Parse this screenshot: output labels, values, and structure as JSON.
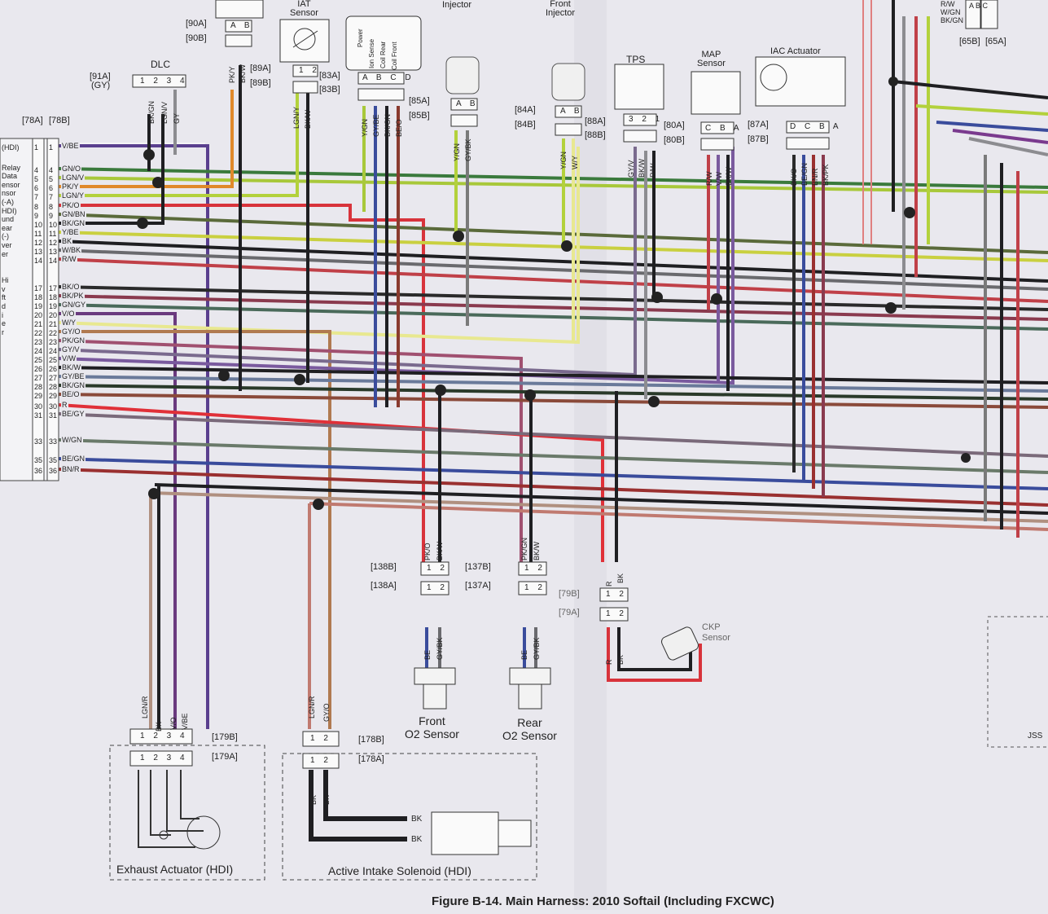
{
  "diagram": {
    "title": "Figure B-14. Main Harness: 2010 Softail (Including FXCWC)",
    "colors": {
      "background": "#e9e8ee",
      "black": "#1f1f22",
      "red": "#d8333b",
      "orange": "#e0892a",
      "yellow_green": "#b3d13c",
      "violet": "#5a3f8e",
      "brown": "#8a3a2e",
      "gray": "#8c8c90",
      "blue": "#3a4c9c",
      "pink": "#c06080",
      "green": "#3a7a3c"
    }
  },
  "main_connector": {
    "header_a": "[78A]",
    "header_b": "[78B]",
    "pins": [
      {
        "n": "1",
        "wire": "V/BE"
      },
      {
        "n": "4",
        "wire": "GN/O"
      },
      {
        "n": "5",
        "wire": "LGN/V"
      },
      {
        "n": "6",
        "wire": "PK/Y"
      },
      {
        "n": "7",
        "wire": "LGN/Y"
      },
      {
        "n": "8",
        "wire": "PK/O"
      },
      {
        "n": "9",
        "wire": "GN/BN"
      },
      {
        "n": "10",
        "wire": "BK/GN"
      },
      {
        "n": "11",
        "wire": "Y/BE"
      },
      {
        "n": "12",
        "wire": "BK"
      },
      {
        "n": "13",
        "wire": "W/BK"
      },
      {
        "n": "14",
        "wire": "R/W"
      },
      {
        "n": "17",
        "wire": "BK/O"
      },
      {
        "n": "18",
        "wire": "BK/PK"
      },
      {
        "n": "19",
        "wire": "GN/GY"
      },
      {
        "n": "20",
        "wire": "V/O"
      },
      {
        "n": "21",
        "wire": "W/Y"
      },
      {
        "n": "22",
        "wire": "GY/O"
      },
      {
        "n": "23",
        "wire": "PK/GN"
      },
      {
        "n": "24",
        "wire": "GY/V"
      },
      {
        "n": "25",
        "wire": "V/W"
      },
      {
        "n": "26",
        "wire": "BK/W"
      },
      {
        "n": "27",
        "wire": "GY/BE"
      },
      {
        "n": "28",
        "wire": "BK/GN"
      },
      {
        "n": "29",
        "wire": "BE/O"
      },
      {
        "n": "30",
        "wire": "R"
      },
      {
        "n": "31",
        "wire": "BE/GY"
      },
      {
        "n": "33",
        "wire": "W/GN"
      },
      {
        "n": "35",
        "wire": "BE/GN"
      },
      {
        "n": "36",
        "wire": "BN/R"
      }
    ],
    "side_labels": [
      "(HDI)",
      "Relay",
      "Data",
      "ensor",
      "nsor",
      "(-A)",
      "HDI)",
      "und",
      "ear",
      "(-)",
      "ver",
      "er",
      "Hi",
      "v",
      "ft",
      "d",
      "i",
      "e",
      "r"
    ]
  },
  "components": [
    {
      "id": "dlc",
      "name": "DLC",
      "tag": "[91A]",
      "note": "(GY)",
      "pins": "1 2 3 4",
      "wires": [
        "BK/GN",
        "LGN/V",
        "GY"
      ]
    },
    {
      "id": "iat",
      "name": "IAT\nSensor",
      "tag_a": "[89A]",
      "tag_b": "[89B]",
      "pins": "1 2",
      "wires": [
        "LGN/Y",
        "BK/W"
      ]
    },
    {
      "id": "c90",
      "tag_a": "[90A]",
      "tag_b": "[90B]",
      "pins": "A B",
      "wires": [
        "PK/Y",
        "BK/W"
      ]
    },
    {
      "id": "c83",
      "tag_a": "[83A]",
      "tag_b": "[83B]",
      "pins": "A B C D",
      "rows": [
        "Power",
        "Ion Sense",
        "Coil Rear",
        "Coil Front"
      ],
      "wires": [
        "Y/GN",
        "GY/BE",
        "BK/GN",
        "BE/O"
      ]
    },
    {
      "id": "rear_inj",
      "name": "Injector",
      "tag_a": "[85A]",
      "tag_b": "[85B]",
      "pins": "A B",
      "wires": [
        "Y/GN",
        "GY/BK"
      ]
    },
    {
      "id": "front_inj",
      "name": "Front\nInjector",
      "tag_a": "[84A]",
      "tag_b": "[84B]",
      "pins": "A B",
      "wires": [
        "Y/GN",
        "W/Y"
      ]
    },
    {
      "id": "tps",
      "name": "TPS",
      "tag_a": "[88A]",
      "tag_b": "[88B]",
      "pins": "3 2 1",
      "wires": [
        "GY/V",
        "BK/W",
        "R/W"
      ]
    },
    {
      "id": "map",
      "name": "MAP\nSensor",
      "tag_a": "[80A]",
      "tag_b": "[80B]",
      "pins": "C B A",
      "wires": [
        "R/W",
        "V/W",
        "BK/W"
      ]
    },
    {
      "id": "iac",
      "name": "IAC Actuator",
      "tag_a": "[87A]",
      "tag_b": "[87B]",
      "pins": "D C B A",
      "wires": [
        "BK/O",
        "BE/GN",
        "BN/R",
        "BK/PK"
      ]
    },
    {
      "id": "c65",
      "tag_a": "[65B]",
      "tag_b": "[65A]",
      "wires": [
        "R/W",
        "W/GN",
        "BK/GN"
      ],
      "pins": "A B C"
    },
    {
      "id": "front_o2",
      "name": "Front\nO2 Sensor",
      "tag_a": "[138B]",
      "tag_b": "[138A]",
      "pins": "1 2",
      "wires_top": [
        "PK/O",
        "BK/W"
      ],
      "wires_bot": [
        "BE",
        "GY/BK"
      ]
    },
    {
      "id": "rear_o2",
      "name": "Rear\nO2 Sensor",
      "tag_a": "[137B]",
      "tag_b": "[137A]",
      "pins": "1 2",
      "wires_top": [
        "PK/GN",
        "BK/W"
      ],
      "wires_bot": [
        "BE",
        "GY/BK"
      ]
    },
    {
      "id": "ckp",
      "name": "CKP\nSensor",
      "tag_a": "[79B]",
      "tag_b": "[79A]",
      "pins": "1 2",
      "wires_top": [
        "R",
        "BK"
      ],
      "wires_bot": [
        "R",
        "BK"
      ]
    },
    {
      "id": "exhaust",
      "name": "Exhaust Actuator (HDI)",
      "tag_a": "[179B]",
      "tag_b": "[179A]",
      "pins": "1 2 3 4",
      "wires": [
        "LGN/R",
        "BK",
        "V/O",
        "V/BE"
      ]
    },
    {
      "id": "intake",
      "name": "Active Intake Solenoid (HDI)",
      "tag_a": "[178B]",
      "tag_b": "[178A]",
      "pins": "1 2",
      "wires_top": [
        "LGN/R",
        "GY/O"
      ],
      "wires_bot": [
        "BK",
        "BK"
      ],
      "solenoid_wires": [
        "BK",
        "BK"
      ]
    }
  ],
  "edge_fragments": [
    "JSS"
  ]
}
